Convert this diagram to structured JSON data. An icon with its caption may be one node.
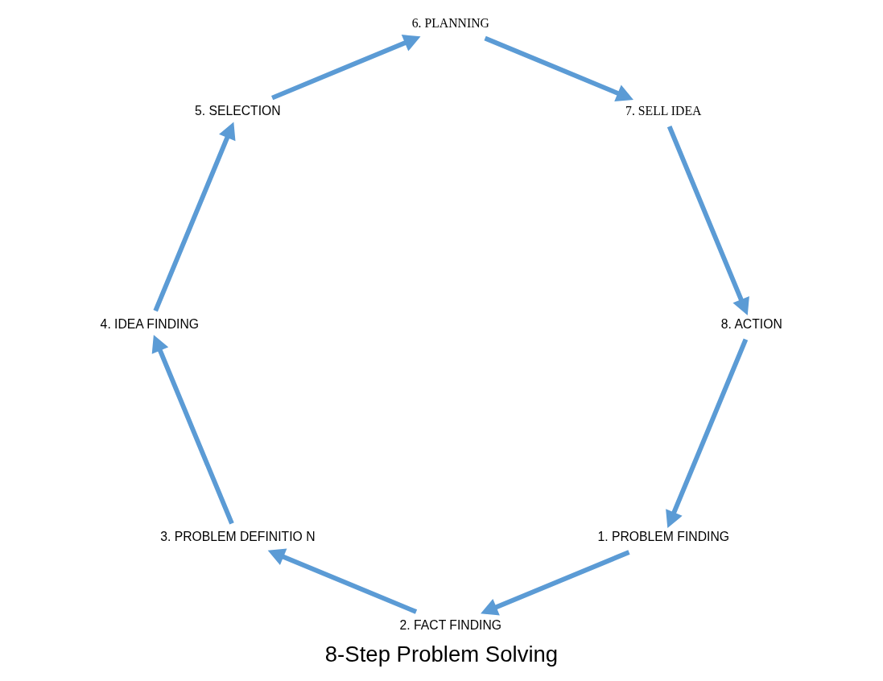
{
  "diagram": {
    "title": "8-Step Problem Solving",
    "nodes": [
      {
        "text": [
          "1. PROBLEM FINDING"
        ]
      },
      {
        "text": [
          "2. FACT FINDING"
        ]
      },
      {
        "text": [
          "3. PROBLEM DEFINITIO N"
        ]
      },
      {
        "text": [
          "4. IDEA FINDING"
        ]
      },
      {
        "text": [
          "5. SELECTION"
        ]
      },
      {
        "text": [
          "6. PLANNING"
        ]
      },
      {
        "text": [
          "7. SELL IDEA"
        ]
      },
      {
        "text": [
          "8. ACTION"
        ]
      }
    ],
    "edges": [
      {
        "from": 7,
        "to": 0,
        "arrow": "to"
      },
      {
        "from": 0,
        "to": 1,
        "arrow": "to"
      },
      {
        "from": 1,
        "to": 2,
        "arrow": "to"
      },
      {
        "from": 2,
        "to": 3,
        "arrow": "to"
      },
      {
        "from": 3,
        "to": 4,
        "arrow": "to"
      },
      {
        "from": 4,
        "to": 5,
        "arrow": "to"
      },
      {
        "from": 5,
        "to": 6,
        "arrow": "to"
      },
      {
        "from": 6,
        "to": 7,
        "arrow": "to"
      }
    ]
  }
}
